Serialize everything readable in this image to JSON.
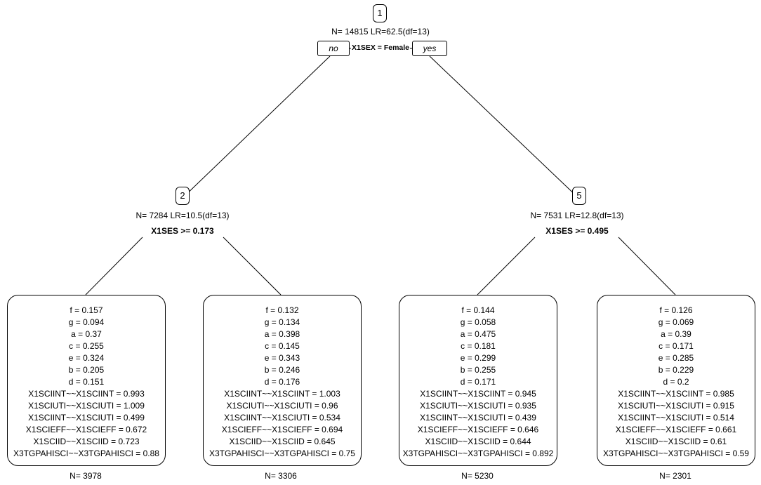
{
  "nodes": {
    "root": {
      "id": "1",
      "stats": "N= 14815 LR=62.5(df=13)",
      "split": "X1SEX = Female",
      "no_label": "no",
      "yes_label": "yes"
    },
    "left": {
      "id": "2",
      "stats": "N= 7284 LR=10.5(df=13)",
      "split": "X1SES >= 0.173"
    },
    "right": {
      "id": "5",
      "stats": "N= 7531 LR=12.8(df=13)",
      "split": "X1SES >= 0.495"
    }
  },
  "leaves": [
    {
      "n": "N= 3978",
      "lines": [
        "f = 0.157",
        "g = 0.094",
        "a = 0.37",
        "c = 0.255",
        "e = 0.324",
        "b = 0.205",
        "d = 0.151",
        "X1SCIINT~~X1SCIINT = 0.993",
        "X1SCIUTI~~X1SCIUTI = 1.009",
        "X1SCIINT~~X1SCIUTI = 0.499",
        "X1SCIEFF~~X1SCIEFF = 0.672",
        "X1SCIID~~X1SCIID = 0.723",
        "X3TGPAHISCI~~X3TGPAHISCI = 0.88"
      ]
    },
    {
      "n": "N= 3306",
      "lines": [
        "f = 0.132",
        "g = 0.134",
        "a = 0.398",
        "c = 0.145",
        "e = 0.343",
        "b = 0.246",
        "d = 0.176",
        "X1SCIINT~~X1SCIINT = 1.003",
        "X1SCIUTI~~X1SCIUTI = 0.96",
        "X1SCIINT~~X1SCIUTI = 0.534",
        "X1SCIEFF~~X1SCIEFF = 0.694",
        "X1SCIID~~X1SCIID = 0.645",
        "X3TGPAHISCI~~X3TGPAHISCI = 0.75"
      ]
    },
    {
      "n": "N= 5230",
      "lines": [
        "f = 0.144",
        "g = 0.058",
        "a = 0.475",
        "c = 0.181",
        "e = 0.299",
        "b = 0.255",
        "d = 0.171",
        "X1SCIINT~~X1SCIINT = 0.945",
        "X1SCIUTI~~X1SCIUTI = 0.935",
        "X1SCIINT~~X1SCIUTI = 0.439",
        "X1SCIEFF~~X1SCIEFF = 0.646",
        "X1SCIID~~X1SCIID = 0.644",
        "X3TGPAHISCI~~X3TGPAHISCI = 0.892"
      ]
    },
    {
      "n": "N= 2301",
      "lines": [
        "f = 0.126",
        "g = 0.069",
        "a = 0.39",
        "c = 0.171",
        "e = 0.285",
        "b = 0.229",
        "d = 0.2",
        "X1SCIINT~~X1SCIINT = 0.985",
        "X1SCIUTI~~X1SCIUTI = 0.915",
        "X1SCIINT~~X1SCIUTI = 0.514",
        "X1SCIEFF~~X1SCIEFF = 0.661",
        "X1SCIID~~X1SCIID = 0.61",
        "X3TGPAHISCI~~X3TGPAHISCI = 0.59"
      ]
    }
  ]
}
